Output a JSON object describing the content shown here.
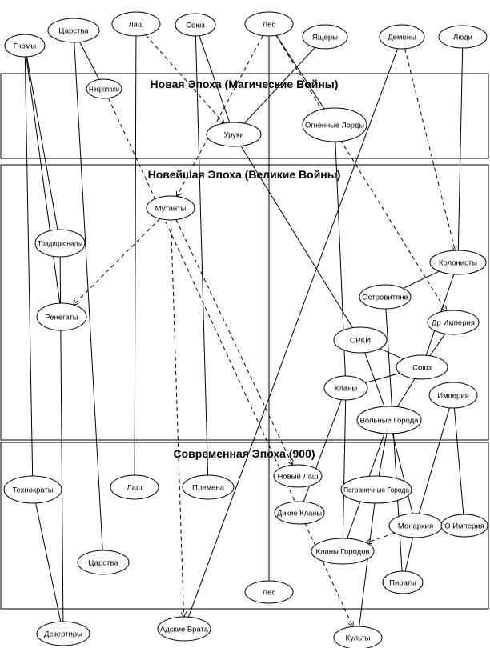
{
  "eras": [
    {
      "id": "new_era",
      "title": "Новая Эпоха (Магические Войны)"
    },
    {
      "id": "newest_era",
      "title": "Новейшая Эпоха (Великие Войны)"
    },
    {
      "id": "modern_era",
      "title": "Современная Эпоха (900)"
    }
  ],
  "nodes": [
    {
      "id": "gnomy",
      "label": "Гномы"
    },
    {
      "id": "tsarstva1",
      "label": "Царства"
    },
    {
      "id": "lash1",
      "label": "Лаш"
    },
    {
      "id": "soyuz1",
      "label": "Союз"
    },
    {
      "id": "les1",
      "label": "Лес"
    },
    {
      "id": "yashchery",
      "label": "Ящеры"
    },
    {
      "id": "demony",
      "label": "Демоны"
    },
    {
      "id": "lyudi",
      "label": "Люди"
    },
    {
      "id": "nekropoli",
      "label": "Некрополи"
    },
    {
      "id": "uruki",
      "label": "Уруки"
    },
    {
      "id": "ognennye",
      "label": "Огненные Лорды"
    },
    {
      "id": "mutanty",
      "label": "Мутанты"
    },
    {
      "id": "traditsionaly",
      "label": "Традиционалы"
    },
    {
      "id": "renegaty",
      "label": "Ренегаты"
    },
    {
      "id": "kolonisty",
      "label": "Колонисты"
    },
    {
      "id": "ostrovityane",
      "label": "Островитяне"
    },
    {
      "id": "dr_imperiya",
      "label": "Др Империя"
    },
    {
      "id": "orki",
      "label": "ОРКИ"
    },
    {
      "id": "soyuz2",
      "label": "Союз"
    },
    {
      "id": "klany",
      "label": "Кланы"
    },
    {
      "id": "imperiya",
      "label": "Империя"
    },
    {
      "id": "volnye",
      "label": "Вольные Города"
    },
    {
      "id": "tekhnokraty",
      "label": "Технократы"
    },
    {
      "id": "lash2",
      "label": "Лаш"
    },
    {
      "id": "plemena",
      "label": "Племена"
    },
    {
      "id": "novyi_lash",
      "label": "Новый Лаш"
    },
    {
      "id": "pogranichnye",
      "label": "Пограничные Города"
    },
    {
      "id": "dikie_klany",
      "label": "Дикие Кланы"
    },
    {
      "id": "monarkhiya",
      "label": "Монархия"
    },
    {
      "id": "o_imperiya",
      "label": "О Империя"
    },
    {
      "id": "klany_gorodov",
      "label": "Кланы Городов"
    },
    {
      "id": "tsarstva2",
      "label": "Царства"
    },
    {
      "id": "piraty",
      "label": "Пираты"
    },
    {
      "id": "les2",
      "label": "Лес"
    },
    {
      "id": "dezertiry",
      "label": "Дезертиры"
    },
    {
      "id": "adskie_vrata",
      "label": "Адские Врата"
    },
    {
      "id": "kulty",
      "label": "Культы"
    }
  ],
  "edges": [
    {
      "from": "gnomy",
      "to": "traditsionaly",
      "style": "solid"
    },
    {
      "from": "gnomy",
      "to": "renegaty",
      "style": "solid"
    },
    {
      "from": "gnomy",
      "to": "tekhnokraty",
      "style": "solid"
    },
    {
      "from": "tsarstva1",
      "to": "nekropoli",
      "style": "solid"
    },
    {
      "from": "tsarstva1",
      "to": "tsarstva2",
      "style": "solid"
    },
    {
      "from": "lash1",
      "to": "lash2",
      "style": "solid"
    },
    {
      "from": "lash1",
      "to": "uruki",
      "style": "dashed"
    },
    {
      "from": "soyuz1",
      "to": "uruki",
      "style": "solid"
    },
    {
      "from": "soyuz1",
      "to": "plemena",
      "style": "solid"
    },
    {
      "from": "les1",
      "to": "les2",
      "style": "solid"
    },
    {
      "from": "les1",
      "to": "mutanty",
      "style": "dashed"
    },
    {
      "from": "les1",
      "to": "ognennye",
      "style": "solid"
    },
    {
      "from": "les1",
      "to": "dr_imperiya",
      "style": "dashed"
    },
    {
      "from": "yashchery",
      "to": "uruki",
      "style": "solid"
    },
    {
      "from": "demony",
      "to": "kolonisty",
      "style": "dashed"
    },
    {
      "from": "demony",
      "to": "adskie_vrata",
      "style": "solid"
    },
    {
      "from": "lyudi",
      "to": "kolonisty",
      "style": "solid"
    },
    {
      "from": "nekropoli",
      "to": "kulty",
      "style": "dashed"
    },
    {
      "from": "uruki",
      "to": "orki",
      "style": "solid"
    },
    {
      "from": "ognennye",
      "to": "klany",
      "style": "solid"
    },
    {
      "from": "mutanty",
      "to": "renegaty",
      "style": "dashed"
    },
    {
      "from": "mutanty",
      "to": "adskie_vrata",
      "style": "dashed"
    },
    {
      "from": "mutanty",
      "to": "novyi_lash",
      "style": "dashed"
    },
    {
      "from": "traditsionaly",
      "to": "dezertiry",
      "style": "solid"
    },
    {
      "from": "tekhnokraty",
      "to": "dezertiry",
      "style": "solid"
    },
    {
      "from": "kolonisty",
      "to": "ostrovityane",
      "style": "solid"
    },
    {
      "from": "kolonisty",
      "to": "soyuz2",
      "style": "solid"
    },
    {
      "from": "ostrovityane",
      "to": "piraty",
      "style": "solid"
    },
    {
      "from": "orki",
      "to": "soyuz2",
      "style": "solid"
    },
    {
      "from": "orki",
      "to": "volnye",
      "style": "solid"
    },
    {
      "from": "dr_imperiya",
      "to": "soyuz2",
      "style": "solid"
    },
    {
      "from": "soyuz2",
      "to": "klany",
      "style": "solid"
    },
    {
      "from": "soyuz2",
      "to": "volnye",
      "style": "solid"
    },
    {
      "from": "klany",
      "to": "dikie_klany",
      "style": "solid"
    },
    {
      "from": "klany",
      "to": "klany_gorodov",
      "style": "solid"
    },
    {
      "from": "imperiya",
      "to": "monarkhiya",
      "style": "solid"
    },
    {
      "from": "imperiya",
      "to": "o_imperiya",
      "style": "solid"
    },
    {
      "from": "volnye",
      "to": "pogranichnye",
      "style": "solid"
    },
    {
      "from": "volnye",
      "to": "monarkhiya",
      "style": "solid"
    },
    {
      "from": "volnye",
      "to": "klany_gorodov",
      "style": "solid"
    },
    {
      "from": "pogranichnye",
      "to": "kulty",
      "style": "solid"
    },
    {
      "from": "monarkhiya",
      "to": "klany_gorodov",
      "style": "dashed"
    },
    {
      "from": "monarkhiya",
      "to": "piraty",
      "style": "solid"
    }
  ]
}
